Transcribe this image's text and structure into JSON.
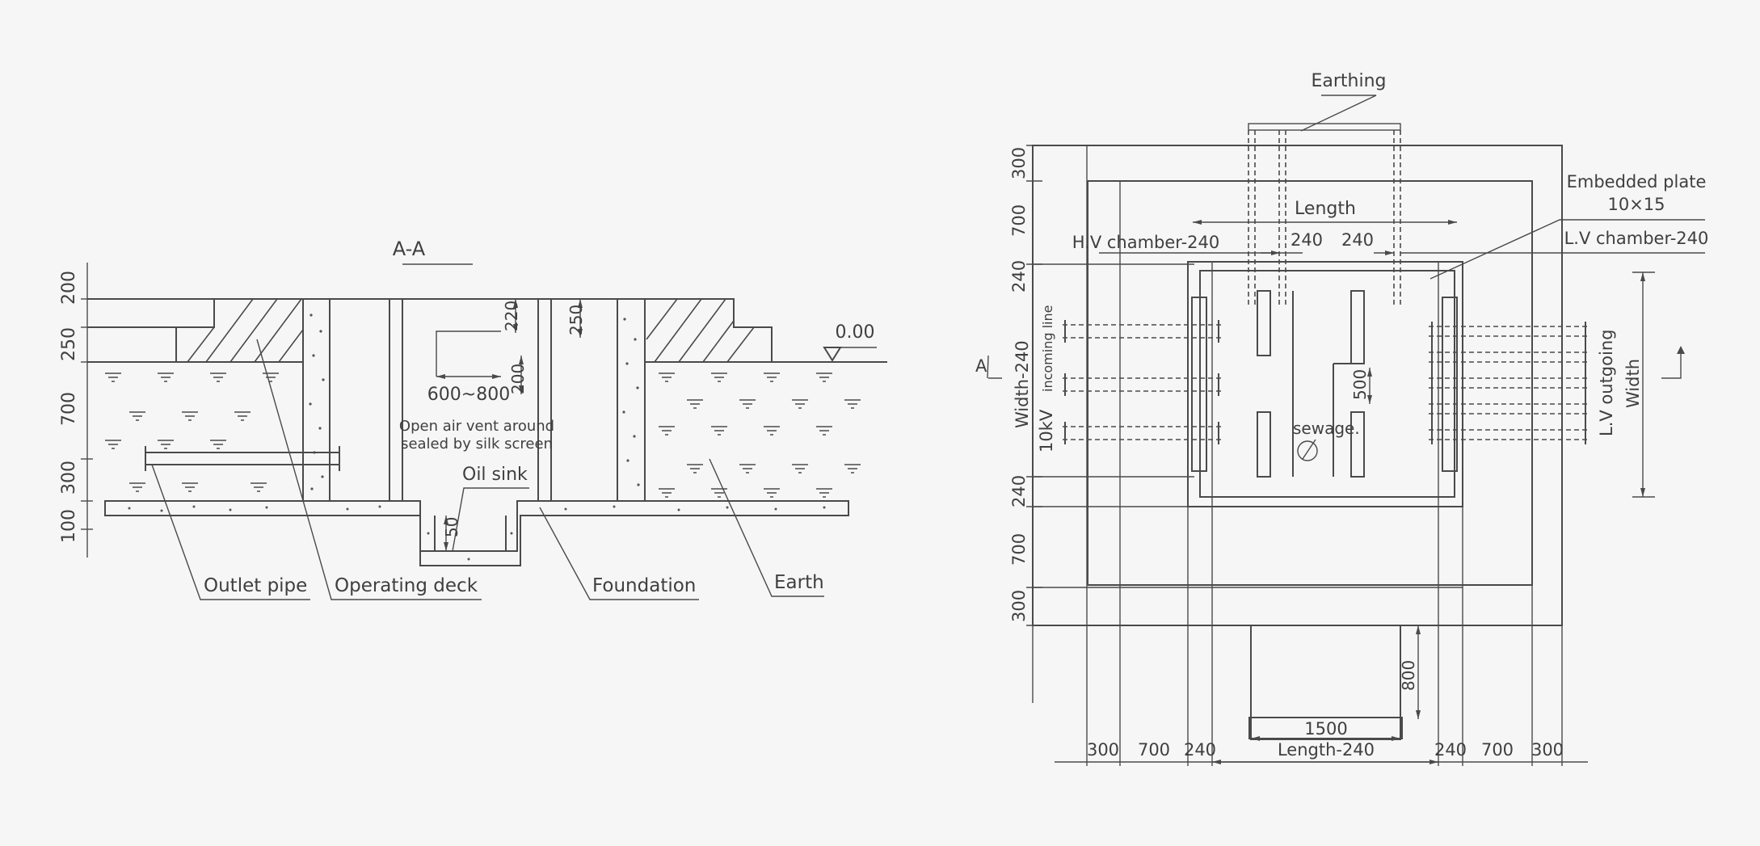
{
  "section": {
    "title": "A-A",
    "level": "0.00",
    "dims_left": [
      "200",
      "250",
      "700",
      "300",
      "100"
    ],
    "dim_220": "220",
    "dim_250": "250",
    "dim_200": "200",
    "dim_vent": "600~800",
    "dim_50": "50",
    "vent_note_line1": "Open air vent around",
    "vent_note_line2": "sealed by silk screen",
    "label_oil_sink": "Oil sink",
    "label_outlet_pipe": "Outlet pipe",
    "label_operating_deck": "Operating deck",
    "label_foundation": "Foundation",
    "label_earth": "Earth"
  },
  "plan": {
    "label_earthing": "Earthing",
    "label_embedded_plate": "Embedded plate",
    "label_plate_size": "10×15",
    "label_length": "Length",
    "label_hv_chamber": "H.V chamber-240",
    "label_lv_chamber": "L.V chamber-240",
    "dim_240_a": "240",
    "dim_240_b": "240",
    "label_width_240": "Width-240",
    "label_incoming": "incoming line",
    "label_10kv": "10kV",
    "label_lv_outgoing": "L.V outgoing",
    "label_width": "Width",
    "dim_500": "500",
    "label_sewage": "sewage.",
    "dim_800": "800",
    "dim_1500": "1500",
    "label_length_240": "Length-240",
    "marker_a_left": "A",
    "dims_left": [
      "300",
      "700",
      "240",
      "240",
      "700",
      "300"
    ],
    "dims_bottom": [
      "300",
      "700",
      "240",
      "240",
      "700",
      "300"
    ]
  }
}
